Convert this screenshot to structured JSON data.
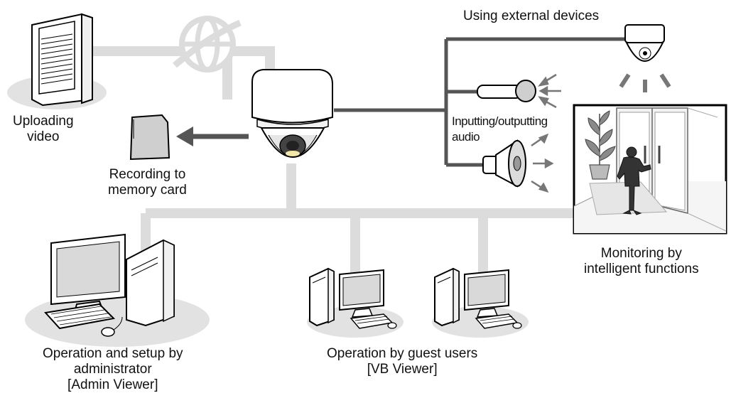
{
  "labels": {
    "uploading": [
      "Uploading",
      "video"
    ],
    "recording": [
      "Recording to",
      "memory card"
    ],
    "external": "Using external devices",
    "audio": [
      "Inputting/outputting",
      "audio"
    ],
    "monitoring": [
      "Monitoring by",
      "intelligent functions"
    ],
    "admin": [
      "Operation and setup by",
      "administrator",
      "[Admin Viewer]"
    ],
    "guest": [
      "Operation by guest users",
      "[VB Viewer]"
    ]
  },
  "colors": {
    "network_line": "#dcdcdc",
    "device_line": "#555555",
    "arrow": "#555555",
    "device_fill": "#ffffff",
    "device_stroke": "#000000",
    "shadow": "#e2e2e2",
    "screen": "#d9d9d9",
    "plant": "#8a8a8a",
    "person": "#333333"
  },
  "icons": {
    "globe": "internet-globe-icon",
    "server": "server-icon",
    "sd_card": "memory-card-icon",
    "camera": "network-camera-icon",
    "external_camera": "external-camera-icon",
    "microphone": "microphone-icon",
    "speaker": "speaker-icon",
    "door_scene": "intelligent-monitoring-scene",
    "admin_pc": "admin-computer-icon",
    "guest_pc": "guest-computer-icon"
  }
}
